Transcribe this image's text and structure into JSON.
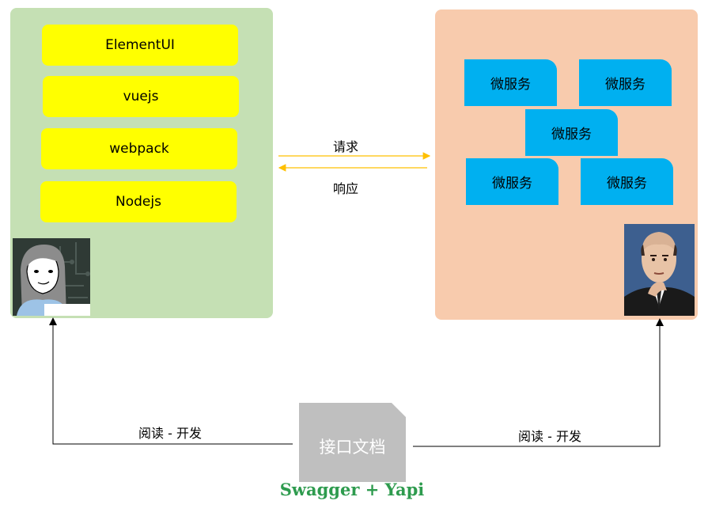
{
  "frontend": {
    "tech_stack": [
      "ElementUI",
      "vuejs",
      "webpack",
      "Nodejs"
    ]
  },
  "backend": {
    "services": [
      "微服务",
      "微服务",
      "微服务",
      "微服务",
      "微服务"
    ]
  },
  "exchange": {
    "request_label": "请求",
    "response_label": "响应"
  },
  "docs": {
    "title": "接口文档",
    "tools": "Swagger + Yapi",
    "left_edge_label": "阅读 - 开发",
    "right_edge_label": "阅读 - 开发"
  },
  "colors": {
    "frontend_panel": "#c5e0b4",
    "backend_panel": "#f8cbad",
    "tech_box": "#ffff00",
    "service_box": "#00b0f0",
    "arrow_request": "#ffc000",
    "doc_box": "#bfbfbf",
    "tools_text": "#2e9b4e"
  },
  "icons": {
    "frontend_avatar": "frontend-developer-avatar",
    "backend_avatar": "backend-developer-avatar"
  }
}
